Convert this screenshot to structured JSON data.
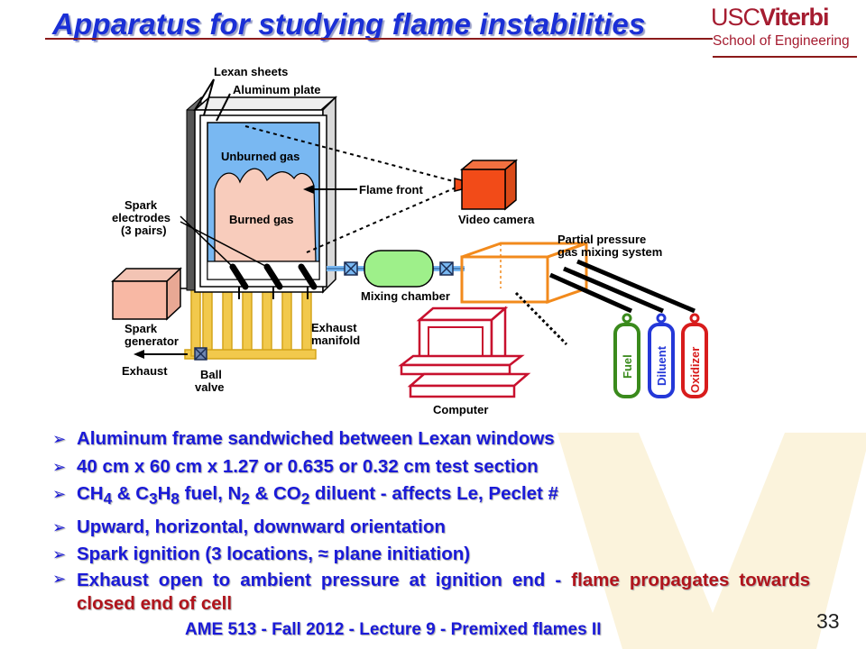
{
  "slide": {
    "title": "Apparatus for studying flame instabilities",
    "logo": {
      "text_light": "USC",
      "text_bold": "Viterbi",
      "subtitle": "School of Engineering"
    },
    "diagram": {
      "labels": {
        "lexan_sheets": "Lexan sheets",
        "aluminum_plate": "Aluminum plate",
        "unburned_gas": "Unburned gas",
        "burned_gas": "Burned gas",
        "flame_front": "Flame front",
        "spark_line1": "Spark",
        "spark_line2": "electrodes",
        "spark_line3": "(3 pairs)",
        "video_camera": "Video camera",
        "partial_pressure_line1": "Partial pressure",
        "partial_pressure_line2": "gas mixing system",
        "mixing_chamber": "Mixing chamber",
        "spark_gen_line1": "Spark",
        "spark_gen_line2": "generator",
        "exhaust_manifold_line1": "Exhaust",
        "exhaust_manifold_line2": "manifold",
        "exhaust": "Exhaust",
        "ball_valve_line1": "Ball",
        "ball_valve_line2": "valve",
        "computer": "Computer",
        "fuel": "Fuel",
        "diluent": "Diluent",
        "oxidizer": "Oxidizer"
      }
    },
    "bullets": {
      "b1": "Aluminum frame sandwiched between Lexan windows",
      "b2": "40 cm x 60 cm x 1.27 or 0.635 or 0.32 cm test section",
      "b3": {
        "ch": "CH",
        "s4": "4",
        "and1": " & C",
        "s3": "3",
        "h": "H",
        "s8": "8",
        "fuel_n": " fuel, N",
        "s2a": "2",
        "and_co": " & CO",
        "s2b": "2",
        "rest": " diluent - affects Le, Peclet #"
      },
      "b4": "Upward, horizontal, downward orientation",
      "b5": "Spark ignition (3 locations, ≈ plane initiation)",
      "b6": {
        "part1": "Exhaust open to ambient pressure at ignition end - ",
        "part2": "flame propagates towards closed end of cell"
      }
    },
    "footer": "AME 513 - Fall 2012 - Lecture 9 - Premixed flames II",
    "page_number": "33",
    "colors": {
      "title": "#1a2fd6",
      "bullet_text": "#1a1ad8",
      "emphasis": "#b0141c",
      "logo": "#a51c30",
      "background_mark": "#fbf3dc"
    }
  }
}
